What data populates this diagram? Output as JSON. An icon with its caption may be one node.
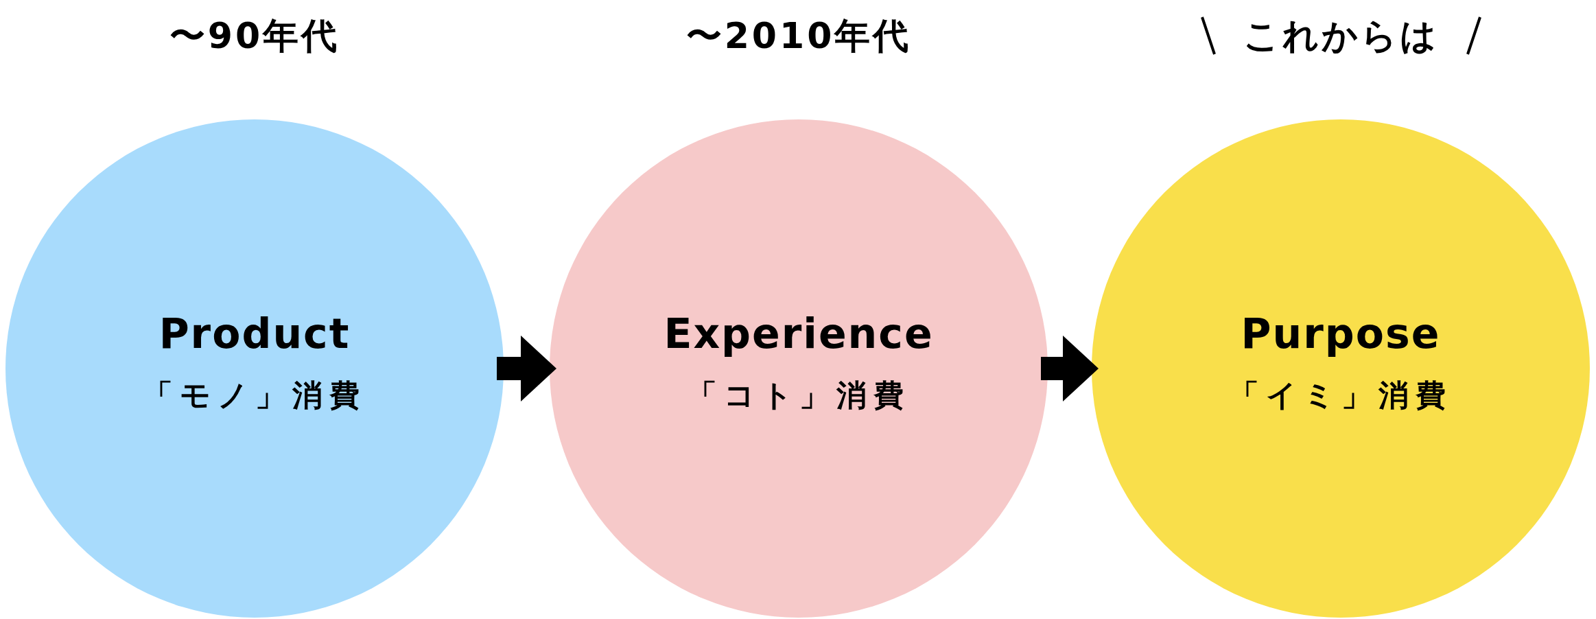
{
  "diagram": {
    "nodes": [
      {
        "text": [
          "Product",
          "「モノ」消費"
        ],
        "beside": [
          "〜90年代"
        ]
      },
      {
        "text": [
          "Experience",
          "「コト」消費"
        ],
        "beside": [
          "〜2010年代"
        ]
      },
      {
        "text": [
          "Purpose",
          "「イミ」消費"
        ],
        "beside": [
          "これからは"
        ]
      }
    ],
    "edges": [
      {
        "from": 0,
        "to": 1,
        "arrow": "to"
      },
      {
        "from": 1,
        "to": 2,
        "arrow": "to"
      }
    ]
  }
}
